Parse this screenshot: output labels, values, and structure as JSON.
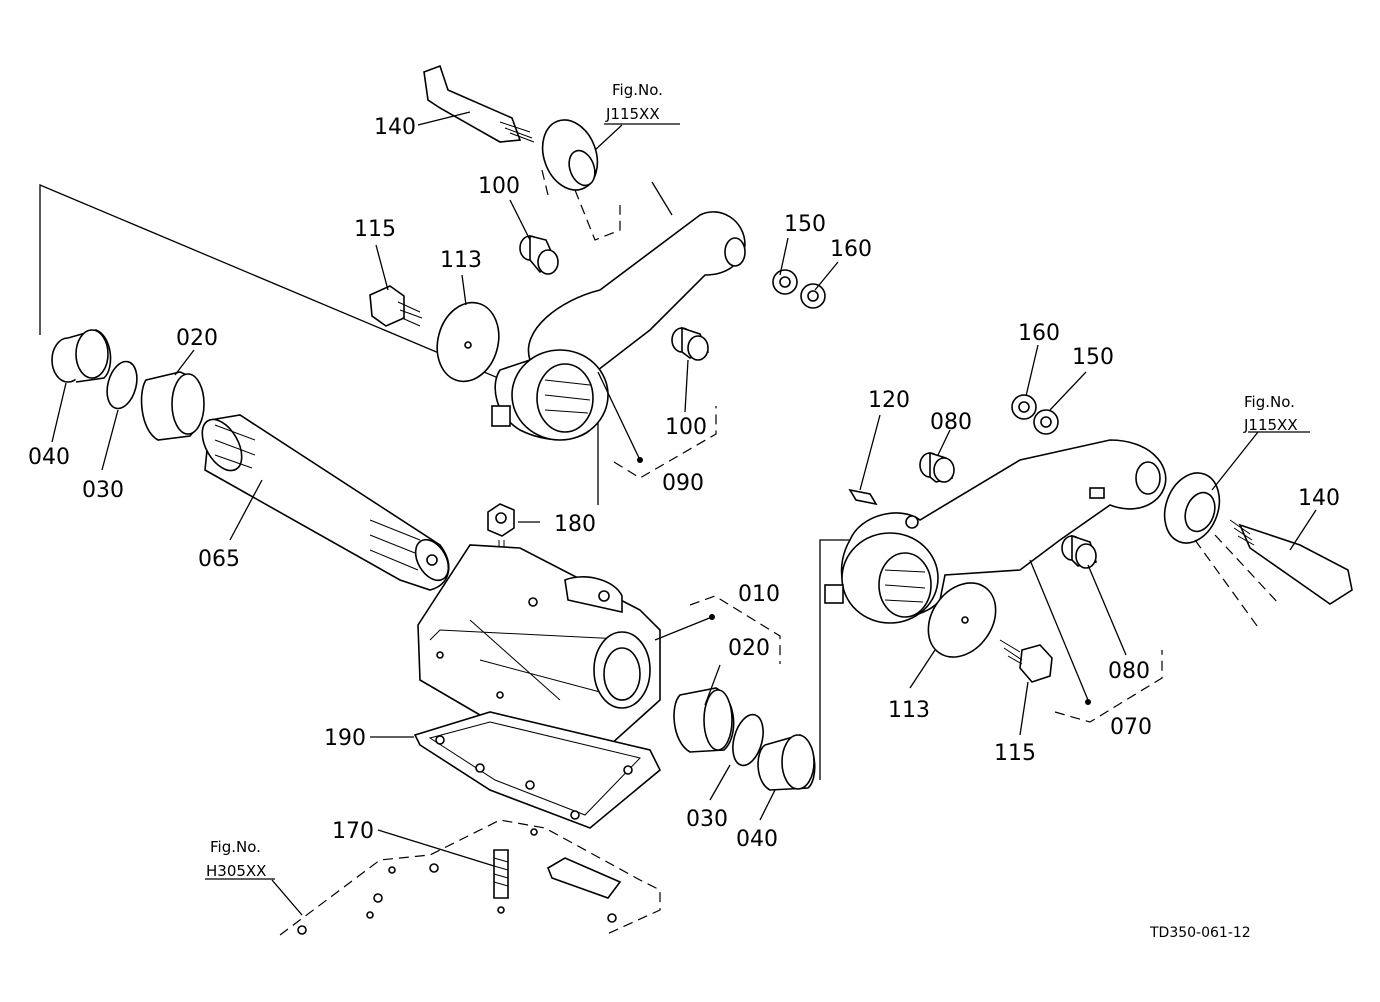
{
  "labels": {
    "p140_top": "140",
    "fig_top_line1": "Fig.No.",
    "fig_top_line2": "J115XX",
    "p100_a": "100",
    "p115_left": "115",
    "p113_left": "113",
    "p150_top": "150",
    "p160_top": "160",
    "p020_left": "020",
    "p040_left": "040",
    "p030_left": "030",
    "p100_b": "100",
    "p090": "090",
    "p065": "065",
    "p180": "180",
    "p010": "010",
    "p020_mid": "020",
    "p190": "190",
    "p030_mid": "030",
    "p040_mid": "040",
    "p170": "170",
    "fig_bottom_line1": "Fig.No.",
    "fig_bottom_line2": "H305XX",
    "p160_right": "160",
    "p150_right": "150",
    "fig_right_line1": "Fig.No.",
    "fig_right_line2": "J115XX",
    "p120": "120",
    "p080_a": "080",
    "p140_right": "140",
    "p080_b": "080",
    "p113_right": "113",
    "p115_right": "115",
    "p070": "070",
    "drawing_code": "TD350-061-12"
  }
}
